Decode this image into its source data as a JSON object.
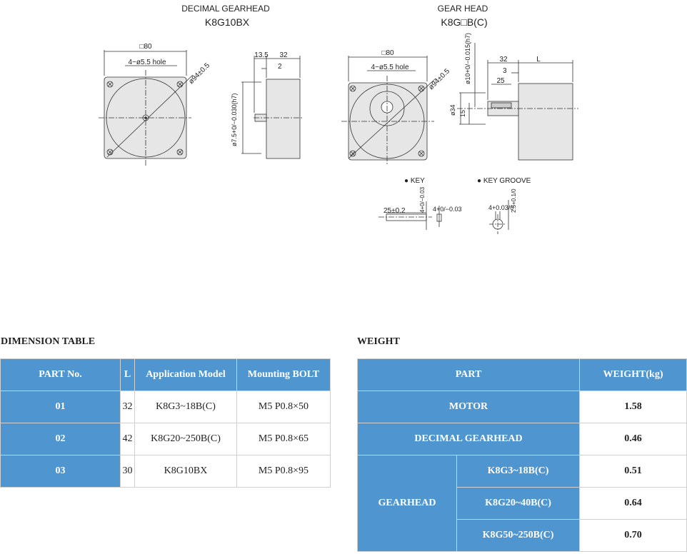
{
  "drawing": {
    "left": {
      "title": "DECIMAL GEARHEAD",
      "model": "K8G10BX",
      "dims": {
        "square": "□80",
        "hole": "4−ø5.5 hole",
        "pcd": "ø94±0.5",
        "d1": "13.5",
        "d2": "32",
        "d3": "2",
        "shaft": "ø7.5+0/−0.030(h7)"
      }
    },
    "right": {
      "title": "GEAR HEAD",
      "model": "K8G□B(C)",
      "dims": {
        "square": "□80",
        "hole": "4−ø5.5 hole",
        "pcd": "ø94±0.5",
        "shaft": "ø10+0/−0.015(h7)",
        "d32": "32",
        "dL": "L",
        "d3": "3",
        "d25": "25",
        "d34": "ø34",
        "d15": "15"
      }
    },
    "key": {
      "label": "● KEY",
      "len": "25±0.2",
      "h": "4+0/−0.03",
      "w": "4+0/−0.03"
    },
    "keygroove": {
      "label": "● KEY  GROOVE",
      "w": "4+0.03/0",
      "d": "2.5+0.1/0"
    }
  },
  "dimension_table": {
    "title": "DIMENSION TABLE",
    "headers": [
      "PART No.",
      "L",
      "Application Model",
      "Mounting BOLT"
    ],
    "rows": [
      [
        "01",
        "32",
        "K8G3~18B(C)",
        "M5 P0.8×50"
      ],
      [
        "02",
        "42",
        "K8G20~250B(C)",
        "M5 P0.8×65"
      ],
      [
        "03",
        "30",
        "K8G10BX",
        "M5 P0.8×95"
      ]
    ]
  },
  "weight_table": {
    "title": "WEIGHT",
    "headers": [
      "PART",
      "WEIGHT(kg)"
    ],
    "motor": {
      "label": "MOTOR",
      "value": "1.58"
    },
    "decimal": {
      "label": "DECIMAL GEARHEAD",
      "value": "0.46"
    },
    "gearhead": {
      "label": "GEARHEAD",
      "rows": [
        {
          "model": "K8G3~18B(C)",
          "value": "0.51"
        },
        {
          "model": "K8G20~40B(C)",
          "value": "0.64"
        },
        {
          "model": "K8G50~250B(C)",
          "value": "0.70"
        }
      ]
    }
  }
}
